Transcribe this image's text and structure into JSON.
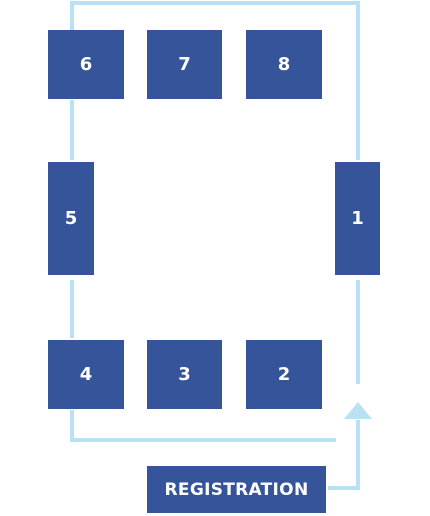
{
  "stations": [
    {
      "id": "station-1",
      "label": "1"
    },
    {
      "id": "station-2",
      "label": "2"
    },
    {
      "id": "station-3",
      "label": "3"
    },
    {
      "id": "station-4",
      "label": "4"
    },
    {
      "id": "station-5",
      "label": "5"
    },
    {
      "id": "station-6",
      "label": "6"
    },
    {
      "id": "station-7",
      "label": "7"
    },
    {
      "id": "station-8",
      "label": "8"
    }
  ],
  "registration": {
    "label": "REGISTRATION"
  },
  "colors": {
    "box": "#36549a",
    "path": "#b8e1f5",
    "text": "#ffffff"
  }
}
